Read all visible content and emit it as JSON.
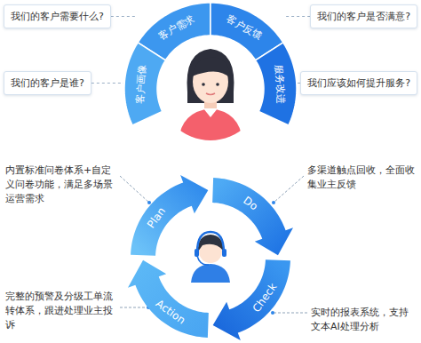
{
  "diagram": {
    "nodes": [
      {
        "text": [
          "我们的客户需要什么?"
        ]
      },
      {
        "text": [
          "我们的客户是否满意?"
        ]
      },
      {
        "text": [
          "我们的客户是谁?"
        ]
      },
      {
        "text": [
          "我们应该如何提升服务?"
        ]
      },
      {
        "text": [
          "客户需求"
        ]
      },
      {
        "text": [
          "客户反馈"
        ]
      },
      {
        "text": [
          "客户画像"
        ]
      },
      {
        "text": [
          "服务改进"
        ]
      },
      {
        "text": [
          "Plan"
        ]
      },
      {
        "text": [
          "Do"
        ]
      },
      {
        "text": [
          "Check"
        ]
      },
      {
        "text": [
          "Action"
        ]
      }
    ],
    "edges": [
      {
        "from": 0,
        "to": 4,
        "arrow": "none"
      },
      {
        "from": 1,
        "to": 5,
        "arrow": "none"
      },
      {
        "from": 2,
        "to": 6,
        "arrow": "none"
      },
      {
        "from": 3,
        "to": 7,
        "arrow": "none"
      }
    ],
    "labels": [
      "内置标准问卷体系+自定义问卷功能，满足多场景运营需求",
      "多渠道触点回收，全面收集业主反馈",
      "完整的预警及分级工单流转体系，跟进处理业主投诉",
      "实时的报表系统，支持文本AI处理分析"
    ]
  }
}
